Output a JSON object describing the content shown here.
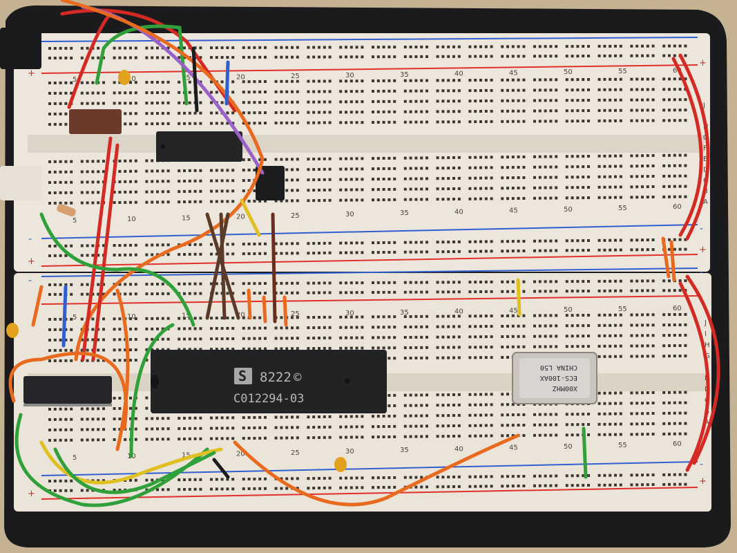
{
  "board": {
    "column_numbers_top": [
      "5",
      "10",
      "15",
      "20",
      "25",
      "30",
      "35",
      "40",
      "45",
      "50",
      "55",
      "60"
    ],
    "column_numbers_bottom": [
      "5",
      "10",
      "15",
      "20",
      "25",
      "30",
      "35",
      "40",
      "45",
      "50",
      "55",
      "60"
    ],
    "row_letters_top": [
      "A",
      "B",
      "C",
      "D",
      "E",
      "F",
      "G",
      "H",
      "I",
      "J"
    ],
    "row_letters_bottom": [
      "J",
      "I",
      "H",
      "G",
      "F",
      "E",
      "D",
      "C",
      "B",
      "A"
    ],
    "rail_signs": [
      "+",
      "-"
    ]
  },
  "chips": {
    "main_ic": {
      "logo": "S",
      "code": "8222",
      "circle_mark": "©",
      "part": "C012294-03"
    },
    "oscillator": {
      "line1": "X00MHZ",
      "line2": "ECS-100AX",
      "line3": "CHINA L50"
    }
  },
  "colors": {
    "board": "#ece6dc",
    "frame": "#1a1a1a",
    "rail_red": "#e0302a",
    "rail_blue": "#2f5fd0",
    "ic_body": "#222226"
  }
}
